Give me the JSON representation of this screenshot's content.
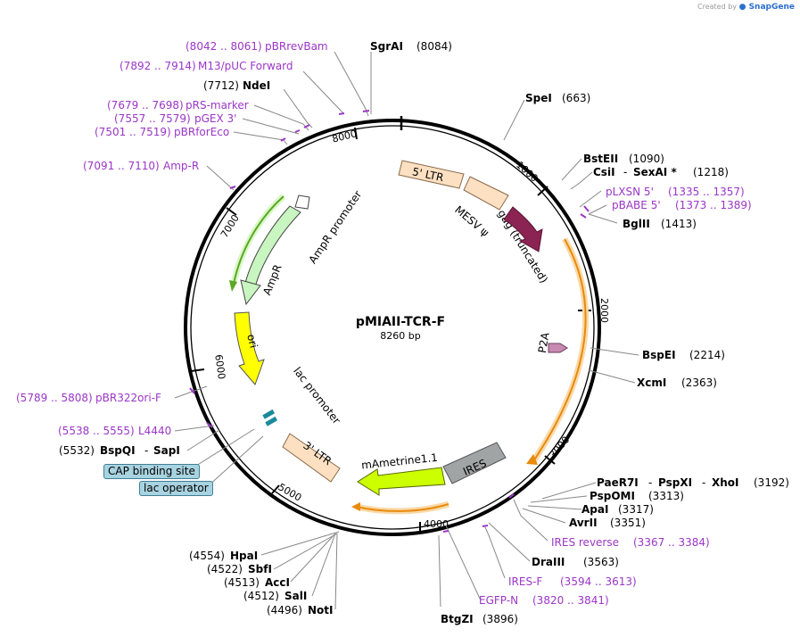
{
  "credit": {
    "prefix": "Created by",
    "brand": "SnapGene"
  },
  "plasmid": {
    "name": "pMIAII-TCR-F",
    "length": "8260 bp"
  },
  "ticks": [
    "1000",
    "2000",
    "3000",
    "4000",
    "5000",
    "6000",
    "7000",
    "8000"
  ],
  "colors": {
    "primer": "#9b36c7",
    "enzyme": "#000000",
    "ltr": "#fde0c2",
    "gag": "#fde0c2",
    "mesv": "#8b2452",
    "ampr": "#c8f5c0",
    "ori": "#ffff00",
    "ires": "#a0a4a4",
    "mametrine": "#ccff00",
    "cds_orange": "#e88a0c"
  },
  "labels": {
    "pbrrevbam_pos": "(8042 .. 8061)",
    "pbrrevbam": "pBRrevBam",
    "sgrai": "SgrAI",
    "sgrai_pos": "(8084)",
    "m13_pos": "(7892 .. 7914)",
    "m13": "M13/pUC Forward",
    "ndei_pos": "(7712)",
    "ndei": "NdeI",
    "prs_pos": "(7679 .. 7698)",
    "prs": "pRS-marker",
    "pgex_pos": "(7557 .. 7579)",
    "pgex": "pGEX 3'",
    "pbrfor_pos": "(7501 .. 7519)",
    "pbrfor": "pBRforEco",
    "ampr_primer_pos": "(7091 .. 7110)",
    "ampr_primer": "Amp-R",
    "spei": "SpeI",
    "spei_pos": "(663)",
    "bsteii": "BstEII",
    "bsteii_pos": "(1090)",
    "csii": "CsiI",
    "sexai": "SexAI *",
    "csii_pos": "(1218)",
    "plxsn": "pLXSN 5'",
    "plxsn_pos": "(1335 .. 1357)",
    "pbabe": "pBABE 5'",
    "pbabe_pos": "(1373 .. 1389)",
    "bglii": "BglII",
    "bglii_pos": "(1413)",
    "bspei": "BspEI",
    "bspei_pos": "(2214)",
    "xcmi": "XcmI",
    "xcmi_pos": "(2363)",
    "pbr322_pos": "(5789 .. 5808)",
    "pbr322": "pBR322ori-F",
    "l4440_pos": "(5538 .. 5555)",
    "l4440": "L4440",
    "bspqi_pos": "(5532)",
    "bspqi": "BspQI",
    "sapi": "SapI",
    "paer7i": "PaeR7I",
    "pspxi": "PspXI",
    "xhoi": "XhoI",
    "xhoi_pos": "(3192)",
    "pspomi": "PspOMI",
    "pspomi_pos": "(3313)",
    "apai": "ApaI",
    "apai_pos": "(3317)",
    "avrii": "AvrII",
    "avrii_pos": "(3351)",
    "iresrev": "IRES reverse",
    "iresrev_pos": "(3367 .. 3384)",
    "draiii": "DraIII",
    "draiii_pos": "(3563)",
    "iresf": "IRES-F",
    "iresf_pos": "(3594 .. 3613)",
    "egfpn": "EGFP-N",
    "egfpn_pos": "(3820 .. 3841)",
    "btgzi": "BtgZI",
    "btgzi_pos": "(3896)",
    "hpai_pos": "(4554)",
    "hpai": "HpaI",
    "sbfi_pos": "(4522)",
    "sbfi": "SbfI",
    "acci_pos": "(4513)",
    "acci": "AccI",
    "sali_pos": "(4512)",
    "sali": "SalI",
    "noti_pos": "(4496)",
    "noti": "NotI"
  },
  "features": {
    "ltr5": "5' LTR",
    "mesv": "MESV ψ",
    "gag": "gag (truncated)",
    "ampr_promoter": "AmpR promoter",
    "ampr": "AmpR",
    "ori": "ori",
    "lac_promoter": "lac promoter",
    "ltr3": "3' LTR",
    "mametrine": "mAmetrine1.1",
    "ires": "IRES",
    "p2a": "P2A"
  },
  "boxes": {
    "cap": "CAP binding site",
    "lacop": "lac operator"
  }
}
